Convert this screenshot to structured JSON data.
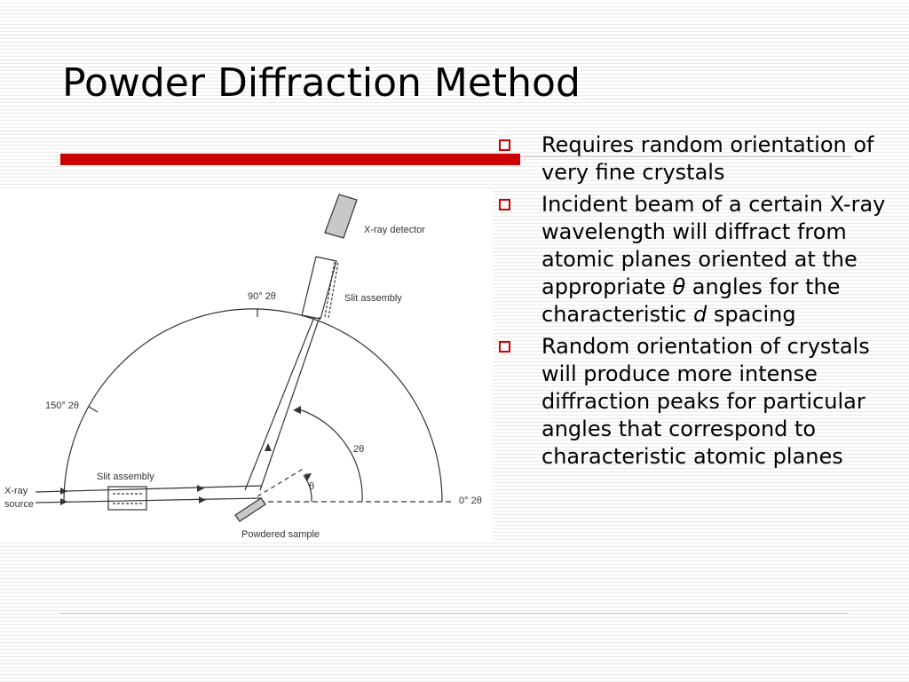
{
  "slide": {
    "title": "Powder Diffraction Method"
  },
  "bullets": [
    {
      "pre": "Requires random orientation of very fine crystals",
      "var1": "",
      "mid": "",
      "var2": "",
      "post": ""
    },
    {
      "pre": "Incident beam of a certain X-ray wavelength will diffract from atomic planes oriented at the appropriate ",
      "var1": "θ",
      "mid": " angles for the characteristic ",
      "var2": "d",
      "post": " spacing"
    },
    {
      "pre": "Random orientation of crystals will produce more intense diffraction peaks for particular angles that correspond to characteristic atomic planes",
      "var1": "",
      "mid": "",
      "var2": "",
      "post": ""
    }
  ],
  "diagram": {
    "labels": {
      "detector": "X-ray detector",
      "slit_top": "Slit assembly",
      "angle_90": "90° 2θ",
      "angle_150": "150° 2θ",
      "angle_0": "0° 2θ",
      "two_theta": "2θ",
      "theta": "θ",
      "slit_left": "Slit assembly",
      "source_line1": "X-ray",
      "source_line2": "source",
      "sample": "Powdered sample"
    }
  },
  "colors": {
    "accent_red": "#cc0000",
    "title_text": "#000000",
    "diagram_ink": "#333333"
  }
}
